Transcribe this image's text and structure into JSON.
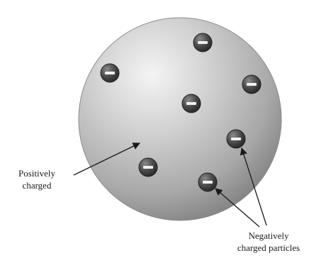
{
  "labels": {
    "positive": [
      "Positively",
      "charged"
    ],
    "negative": [
      "Negatively",
      "charged particles"
    ]
  },
  "colors": {
    "sphere_light": "#f2f2f2",
    "sphere_mid": "#b9b9b9",
    "sphere_dark": "#7a7a7a",
    "particle_dark": "#2e2e2e",
    "particle_mid": "#6a6a6a",
    "arrow": "#1a1a1a"
  },
  "icons": {
    "particle": "minus-sign-icon"
  }
}
